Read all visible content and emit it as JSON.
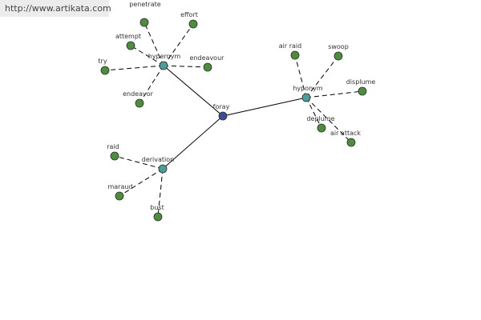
{
  "watermark": {
    "text": "http://www.artikata.com"
  },
  "graph": {
    "center": {
      "id": "foray",
      "label": "foray"
    },
    "hubs": [
      {
        "id": "hypernym",
        "label": "hypernym"
      },
      {
        "id": "hyponym",
        "label": "hyponym"
      },
      {
        "id": "derivation",
        "label": "derivation"
      }
    ],
    "leaves": [
      {
        "id": "penetrate",
        "label": "penetrate",
        "hub": "hypernym"
      },
      {
        "id": "effort",
        "label": "effort",
        "hub": "hypernym"
      },
      {
        "id": "attempt",
        "label": "attempt",
        "hub": "hypernym"
      },
      {
        "id": "endeavour",
        "label": "endeavour",
        "hub": "hypernym"
      },
      {
        "id": "try",
        "label": "try",
        "hub": "hypernym"
      },
      {
        "id": "endeavor",
        "label": "endeavor",
        "hub": "hypernym"
      },
      {
        "id": "air-raid",
        "label": "air raid",
        "hub": "hyponym"
      },
      {
        "id": "swoop",
        "label": "swoop",
        "hub": "hyponym"
      },
      {
        "id": "displume",
        "label": "displume",
        "hub": "hyponym"
      },
      {
        "id": "deplume",
        "label": "deplume",
        "hub": "hyponym"
      },
      {
        "id": "air-attack",
        "label": "air attack",
        "hub": "hyponym"
      },
      {
        "id": "raid",
        "label": "raid",
        "hub": "derivation"
      },
      {
        "id": "maraud",
        "label": "maraud",
        "hub": "derivation"
      },
      {
        "id": "bust",
        "label": "bust",
        "hub": "derivation"
      }
    ],
    "colors": {
      "center_fill": "#3a4c9a",
      "hub_fill": "#4f9a9a",
      "leaf_fill": "#4e8c3e",
      "node_stroke": "#2e2e2e",
      "edge": "#000000"
    }
  }
}
